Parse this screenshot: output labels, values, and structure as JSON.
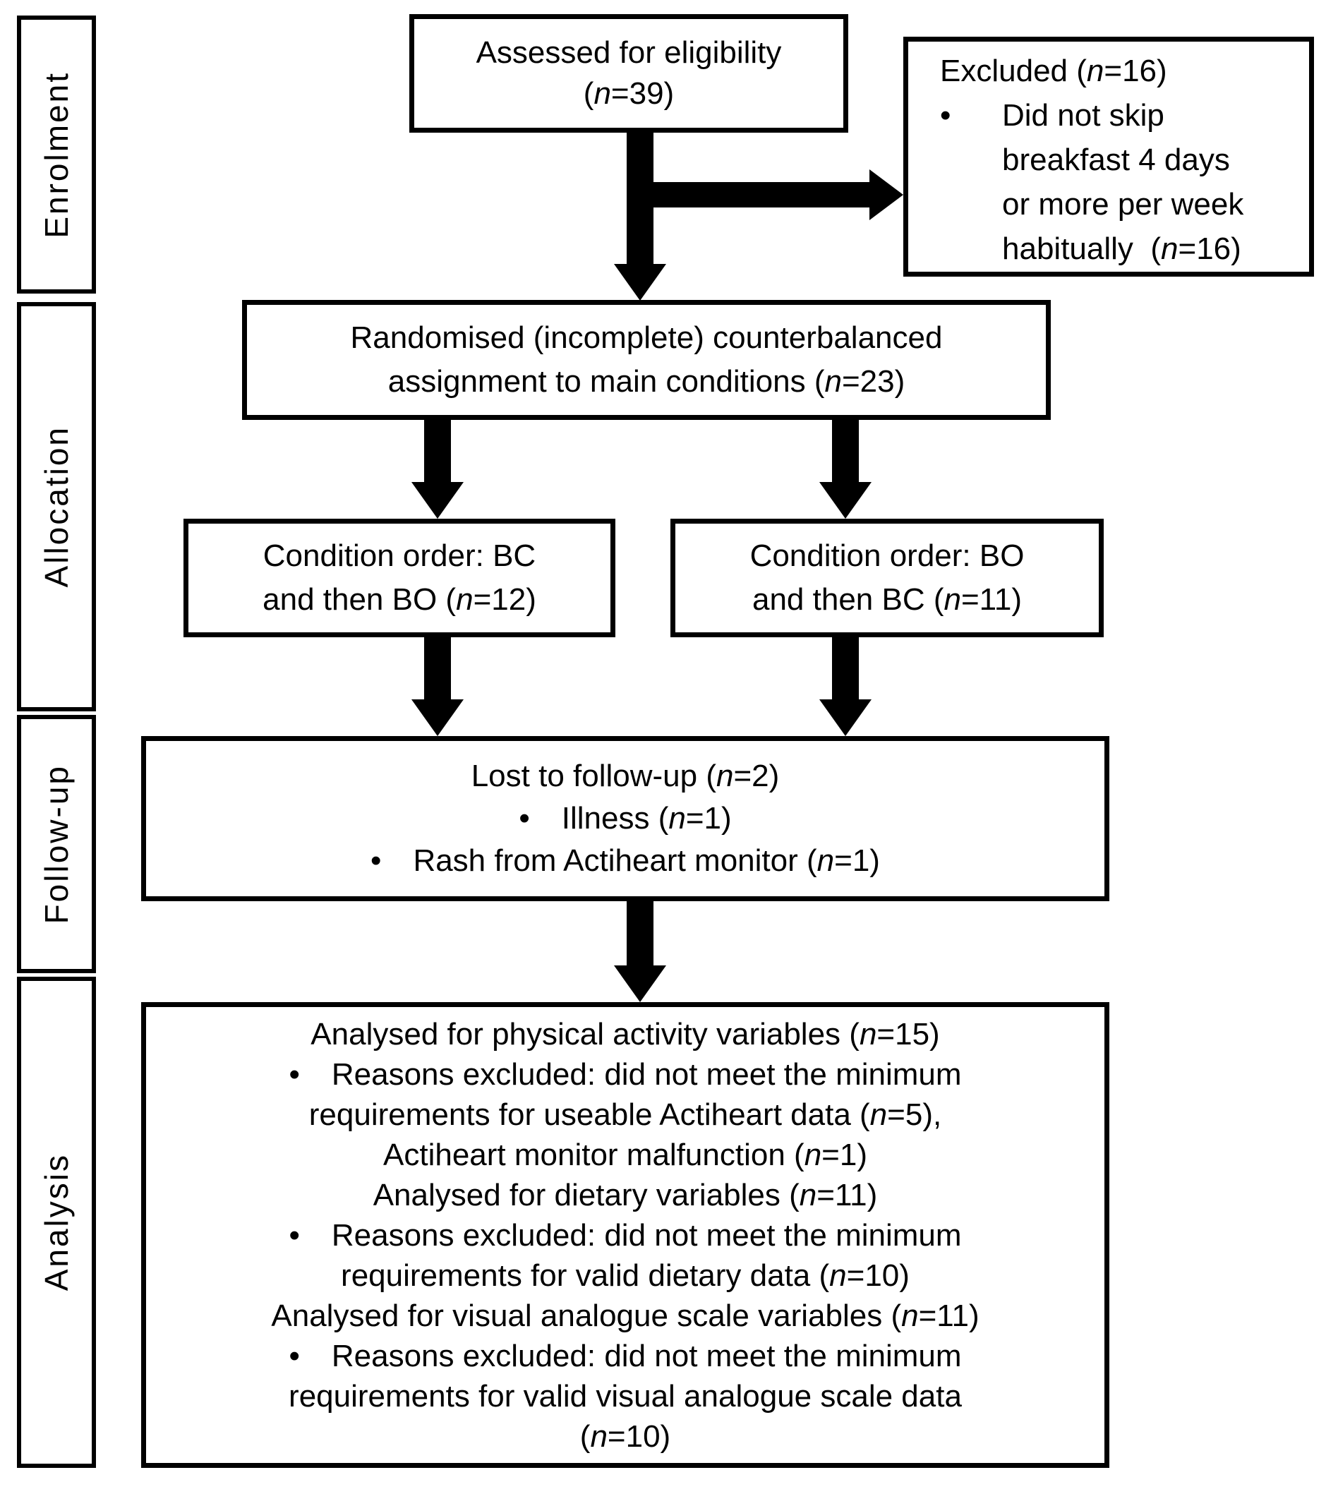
{
  "diagram": {
    "type": "consort-participant-flow",
    "colors": {
      "line": "#000000",
      "background": "#ffffff",
      "text": "#000000"
    }
  },
  "sidebar": {
    "stages": [
      {
        "label": "Enrolment"
      },
      {
        "label": "Allocation"
      },
      {
        "label": "Follow-up"
      },
      {
        "label": "Analysis"
      }
    ]
  },
  "flow": {
    "assessed": {
      "lines": [
        {
          "text": "Assessed for eligibility"
        },
        {
          "text": "(n=39)"
        }
      ]
    },
    "excluded": {
      "lines": [
        {
          "text": "Excluded (n=16)"
        },
        {
          "text": "Did not skip",
          "bullet": true
        },
        {
          "text": "breakfast 4 days",
          "indent": true
        },
        {
          "text": "or more per week",
          "indent": true
        },
        {
          "text": "habitually  (n=16)",
          "indent": true
        }
      ]
    },
    "randomised": {
      "lines": [
        {
          "text": "Randomised (incomplete) counterbalanced"
        },
        {
          "text": "assignment to main conditions (n=23)"
        }
      ]
    },
    "condition_bc": {
      "lines": [
        {
          "text": "Condition order: BC"
        },
        {
          "text": "and then BO (n=12)"
        }
      ]
    },
    "condition_bo": {
      "lines": [
        {
          "text": "Condition order: BO"
        },
        {
          "text": "and then BC (n=11)"
        }
      ]
    },
    "followup": {
      "lines": [
        {
          "text": "Lost to follow-up (n=2)"
        },
        {
          "text": "Illness (n=1)",
          "bullet": true
        },
        {
          "text": "Rash from Actiheart monitor (n=1)",
          "bullet": true
        }
      ]
    },
    "analysis": {
      "lines": [
        {
          "text": "Analysed for physical activity variables (n=15)"
        },
        {
          "text": "Reasons excluded: did not meet the minimum",
          "bullet": true
        },
        {
          "text": "requirements for useable Actiheart data (n=5),"
        },
        {
          "text": "Actiheart monitor malfunction (n=1)"
        },
        {
          "text": "Analysed for dietary variables (n=11)"
        },
        {
          "text": "Reasons excluded: did not meet the minimum",
          "bullet": true
        },
        {
          "text": "requirements for valid dietary data (n=10)"
        },
        {
          "text": "Analysed for visual analogue scale variables (n=11)"
        },
        {
          "text": "Reasons excluded: did not meet the minimum",
          "bullet": true
        },
        {
          "text": "requirements for valid visual analogue scale data"
        },
        {
          "text": "(n=10)"
        }
      ]
    }
  }
}
